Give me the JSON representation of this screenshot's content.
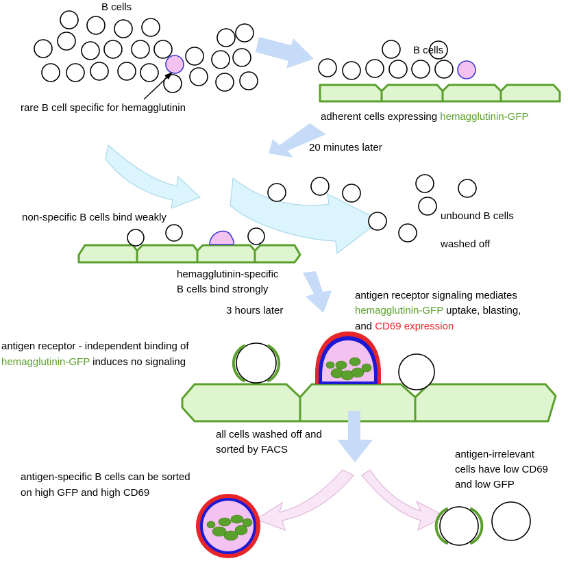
{
  "labels": {
    "b_cells_top": "B cells",
    "rare_cell": "rare B cell specific for hemagglutinin",
    "b_cells_right": "B cells",
    "adherent_prefix": "adherent cells expressing ",
    "adherent_gfp": "hemagglutinin-GFP",
    "twenty_min": "20 minutes later",
    "nonspecific": "non-specific B cells bind weakly",
    "unbound_line1": "unbound B cells",
    "unbound_line2": "washed off",
    "ha_specific_line1": "hemagglutinin-specific",
    "ha_specific_line2": "B cells bind strongly",
    "three_hours": "3 hours later",
    "signaling_line1": "antigen receptor signaling mediates",
    "signaling_line2_gfp": "hemagglutinin-GFP",
    "signaling_line2_rest": " uptake, blasting,",
    "signaling_line3_and": "and ",
    "signaling_line3_cd69": "CD69 expression",
    "independent_line1": "antigen receptor - independent binding of",
    "independent_line2_gfp": "hemagglutinin-GFP",
    "independent_line2_rest": " induces no signaling",
    "washed_line1": "all cells washed off and",
    "washed_line2": "sorted by FACS",
    "specific_line1": "antigen-specific B cells can be sorted",
    "specific_line2": "on high GFP and high CD69",
    "irrelevant_line1": "antigen-irrelevant",
    "irrelevant_line2": "cells have low CD69",
    "irrelevant_line3": "and low GFP"
  },
  "colors": {
    "gfp_green": "#5aa02c",
    "cd69_red": "#e8262a",
    "specific_cell_pink": "#f4c2f0",
    "membrane_blue": "#1a1ad6",
    "tissue_fill": "#dff5d0",
    "arrow_blue": "#c6dbf7",
    "arrow_cyan": "#dcf4fb",
    "arrow_pink": "#f8e6f6"
  }
}
